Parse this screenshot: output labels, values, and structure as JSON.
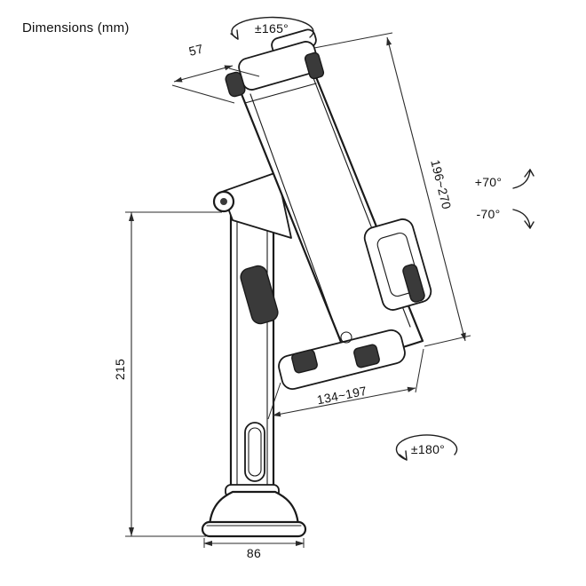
{
  "title": "Dimensions (mm)",
  "diagram": {
    "type": "technical-line-drawing",
    "subject": "tablet holder floor/desk stand, side view with dimension callouts",
    "dimensions": {
      "top_clamp_depth": "57",
      "holder_length_range": "196~270",
      "pole_height": "215",
      "holder_width_range": "134~197",
      "base_width": "86"
    },
    "angles": {
      "tilt_range": "±165°",
      "swivel_up": "+70°",
      "swivel_down": "-70°",
      "base_rotation": "±180°"
    },
    "colors": {
      "ink": "#1a1a1a",
      "paper": "#ffffff",
      "dark_fill": "#3a3a3a"
    }
  }
}
